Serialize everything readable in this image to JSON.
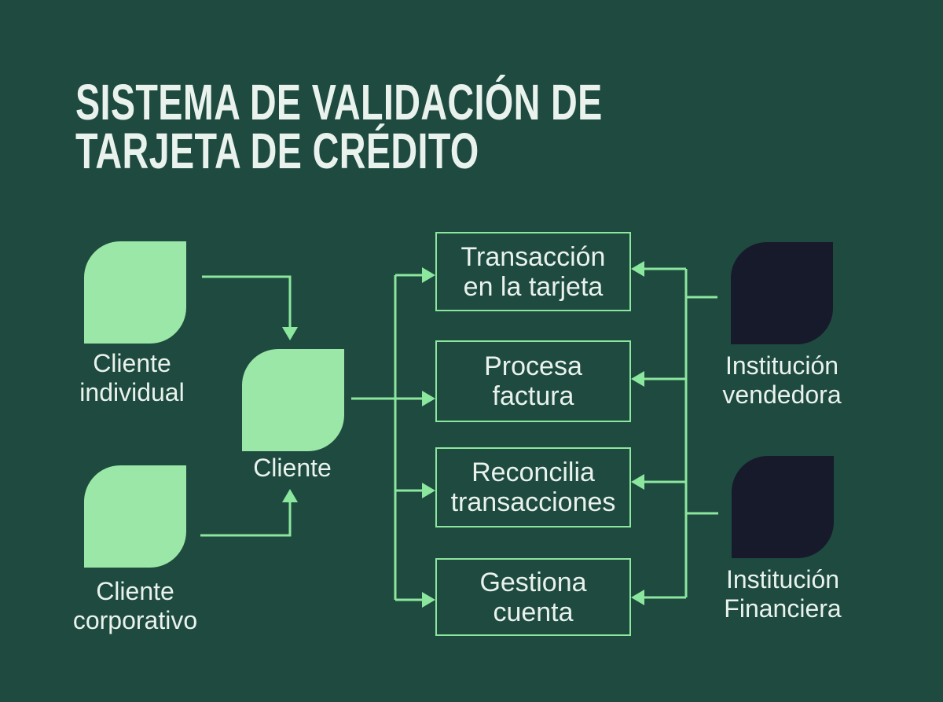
{
  "title": {
    "line1": "SISTEMA DE VALIDACIÓN DE",
    "line2": "TARJETA DE CRÉDITO"
  },
  "actors": [
    {
      "id": "cliente-individual",
      "label": "Cliente\nindividual",
      "variant": "green"
    },
    {
      "id": "cliente-corporativo",
      "label": "Cliente\ncorporativo",
      "variant": "green"
    },
    {
      "id": "cliente",
      "label": "Cliente",
      "variant": "green"
    },
    {
      "id": "institucion-vendedora",
      "label": "Institución\nvendedora",
      "variant": "dark"
    },
    {
      "id": "institucion-financiera",
      "label": "Institución\nFinanciera",
      "variant": "dark"
    }
  ],
  "use_cases": [
    {
      "label": "Transacción\nen la tarjeta"
    },
    {
      "label": "Procesa\nfactura"
    },
    {
      "label": "Reconcilia\ntransacciones"
    },
    {
      "label": "Gestiona\ncuenta"
    }
  ],
  "theme": {
    "background": "#1E4A3F",
    "accent_green": "#9AE7A7",
    "connector_green": "#8CE79E",
    "dark_node": "#171A2B",
    "text": "#E9F2ED"
  }
}
